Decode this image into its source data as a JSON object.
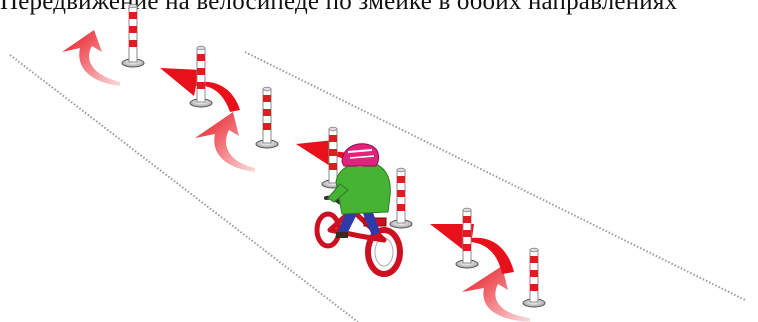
{
  "caption": "Передвижение на велосипеде по змейке в обоих направлениях",
  "scene": {
    "subject": "child-riding-bicycle",
    "course": "slalom-between-posts",
    "icons": [
      "bollard-icon",
      "arrow-icon",
      "bicycle-icon",
      "helmet-icon"
    ],
    "colors": {
      "arrow": "#e8101a",
      "post_stripe": "#e01c22",
      "shirt": "#47b335",
      "helmet": "#e0247e",
      "pants": "#2e3aa8",
      "bike_frame": "#cc1020",
      "road_edge": "#9a9a9a"
    }
  }
}
